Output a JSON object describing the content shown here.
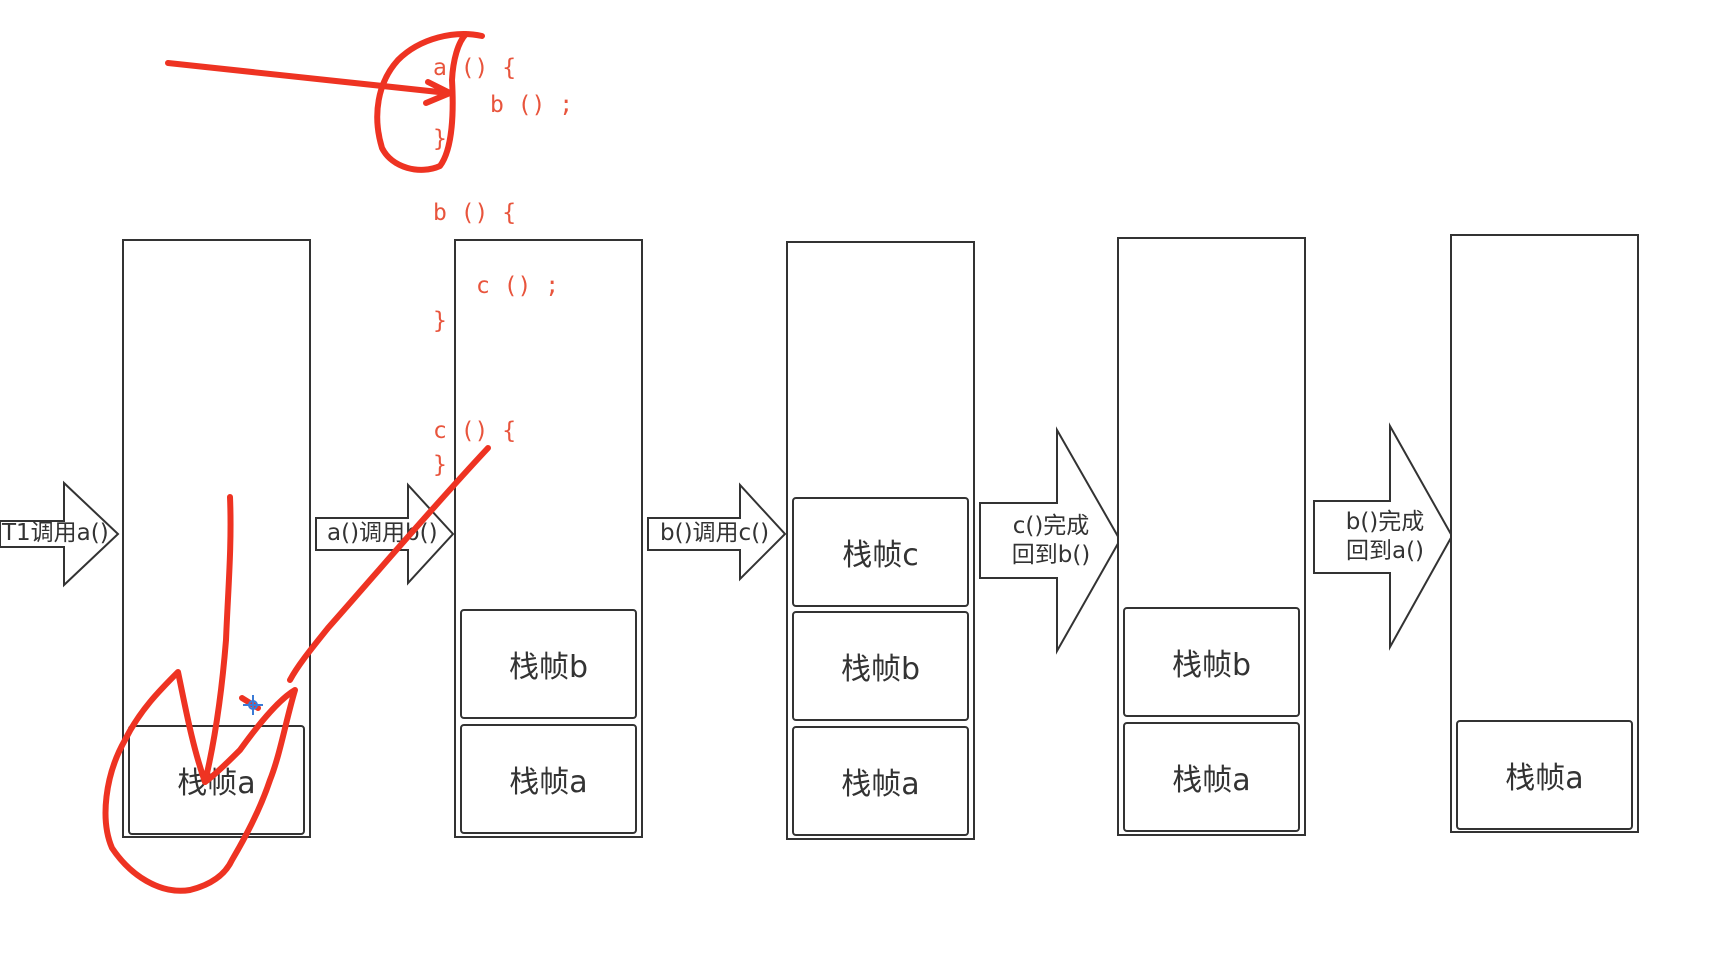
{
  "code": {
    "a_open": "a () {",
    "a_call": "b () ;",
    "a_close": "}",
    "b_open": "b () {",
    "b_call": "c () ;",
    "b_close": "}",
    "c_open": "c () {",
    "c_close": "}"
  },
  "transitions": [
    {
      "label": "T1调用a()"
    },
    {
      "label": "a()调用b()"
    },
    {
      "label": "b()调用c()"
    },
    {
      "label_line1": "c()完成",
      "label_line2": "回到b()"
    },
    {
      "label_line1": "b()完成",
      "label_line2": "回到a()"
    }
  ],
  "stacks": [
    {
      "frames": [
        "栈帧a"
      ]
    },
    {
      "frames": [
        "栈帧b",
        "栈帧a"
      ]
    },
    {
      "frames": [
        "栈帧c",
        "栈帧b",
        "栈帧a"
      ]
    },
    {
      "frames": [
        "栈帧b",
        "栈帧a"
      ]
    },
    {
      "frames": [
        "栈帧a"
      ]
    }
  ],
  "colors": {
    "outline": "#333333",
    "code": "#e8543c",
    "annotation": "#ee3322"
  }
}
